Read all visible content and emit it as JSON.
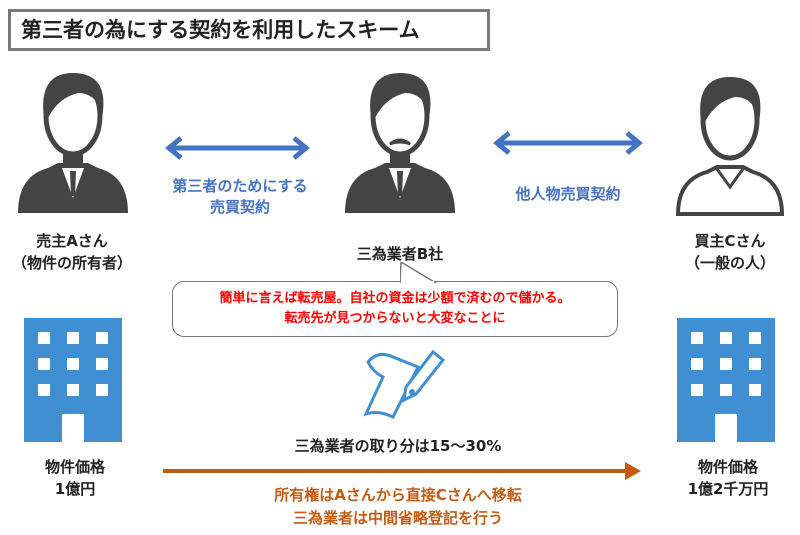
{
  "title": "第三者の為にする契約を利用したスキーム",
  "parties": {
    "seller": {
      "line1": "売主Aさん",
      "line2": "（物件の所有者）"
    },
    "middle": {
      "line1": "三為業者B社"
    },
    "buyer": {
      "line1": "買主Cさん",
      "line2": "（一般の人）"
    }
  },
  "contracts": {
    "left_line1": "第三者のためにする",
    "left_line2": "売買契約",
    "right": "他人物売買契約"
  },
  "bubble": {
    "line1": "簡単に言えば転売屋。自社の資金は少額で済むので儲かる。",
    "line2": "転売先が見つからないと大変なことに"
  },
  "share": "三為業者の取り分は15〜30%",
  "prices": {
    "left_label": "物件価格",
    "left_value": "1億円",
    "right_label": "物件価格",
    "right_value": "1億2千万円"
  },
  "transfer": {
    "line1": "所有権はAさんから直接Cさんへ移転",
    "line2": "三為業者は中間省略登記を行う"
  },
  "colors": {
    "blue": "#4472c4",
    "orange": "#c55a11",
    "building": "#3f8fd2",
    "person": "#444444"
  }
}
